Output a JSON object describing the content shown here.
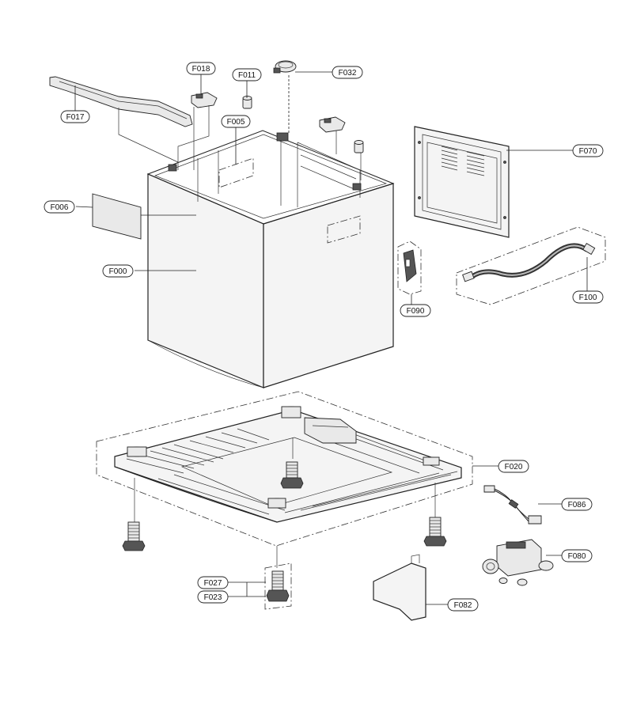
{
  "callouts": [
    {
      "id": "F018",
      "label": "F018"
    },
    {
      "id": "F011",
      "label": "F011"
    },
    {
      "id": "F032",
      "label": "F032"
    },
    {
      "id": "F017",
      "label": "F017"
    },
    {
      "id": "F005",
      "label": "F005"
    },
    {
      "id": "F070",
      "label": "F070"
    },
    {
      "id": "F006",
      "label": "F006"
    },
    {
      "id": "F000",
      "label": "F000"
    },
    {
      "id": "F090",
      "label": "F090"
    },
    {
      "id": "F100",
      "label": "F100"
    },
    {
      "id": "F020",
      "label": "F020"
    },
    {
      "id": "F086",
      "label": "F086"
    },
    {
      "id": "F080",
      "label": "F080"
    },
    {
      "id": "F027",
      "label": "F027"
    },
    {
      "id": "F023",
      "label": "F023"
    },
    {
      "id": "F082",
      "label": "F082"
    }
  ]
}
